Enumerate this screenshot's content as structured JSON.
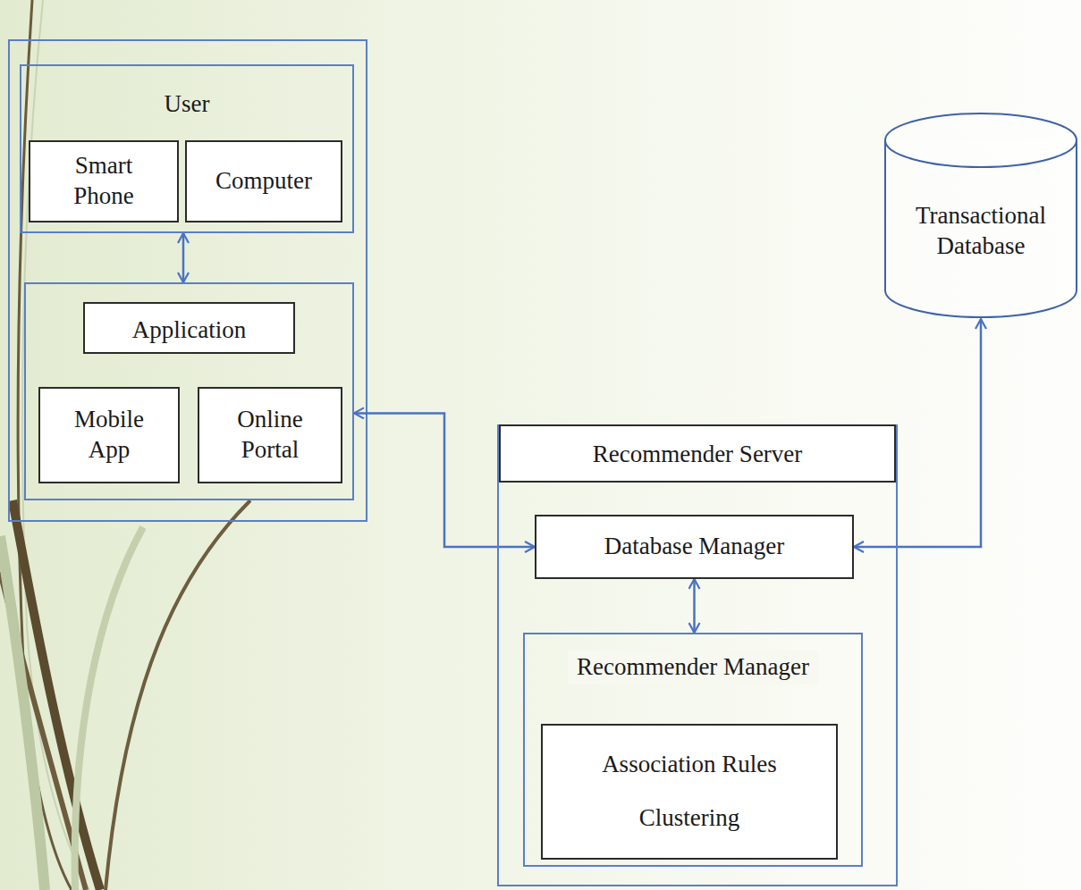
{
  "diagram": {
    "nodes": [
      {
        "text": [
          "User"
        ]
      },
      {
        "text": [
          "Smart Phone"
        ],
        "in": 0
      },
      {
        "text": [
          "Computer"
        ],
        "in": 0
      },
      {
        "text": [
          "Application"
        ]
      },
      {
        "text": [
          "Mobile App"
        ],
        "in": 3
      },
      {
        "text": [
          "Online Portal"
        ],
        "in": 3
      },
      {
        "text": [
          "Transactional Database"
        ]
      },
      {
        "text": [
          "Recommender Server"
        ]
      },
      {
        "text": [
          "Database Manager"
        ],
        "in": 7
      },
      {
        "text": [
          "Recommender Manager"
        ],
        "in": 7
      },
      {
        "text": [
          "Association Rules",
          "Clustering"
        ],
        "in": 9
      }
    ],
    "edges": [
      {
        "from": 0,
        "to": 3,
        "arrow": "both"
      },
      {
        "from": 3,
        "to": 8,
        "arrow": "both"
      },
      {
        "from": 6,
        "to": 8,
        "arrow": "both"
      },
      {
        "from": 8,
        "to": 9,
        "arrow": "both"
      }
    ]
  }
}
